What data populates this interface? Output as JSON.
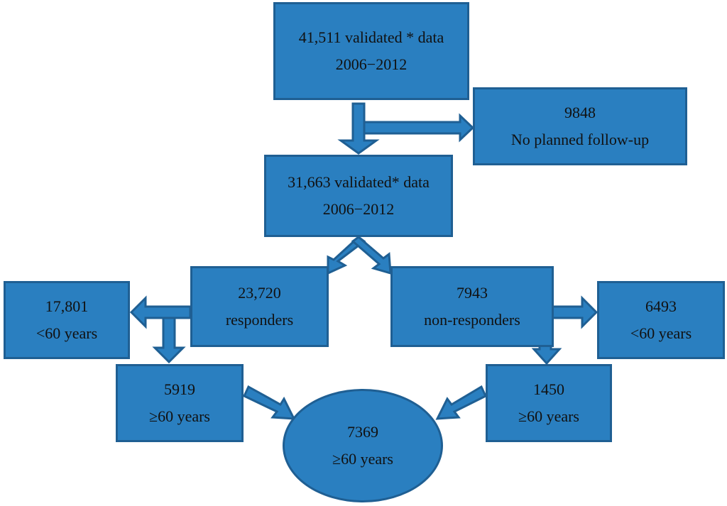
{
  "nodes": {
    "total": {
      "line1": "41,511 validated * data",
      "line2": "2006−2012"
    },
    "excluded": {
      "line1": "9848",
      "line2": "No planned follow-up"
    },
    "followup": {
      "line1": "31,663 validated* data",
      "line2": "2006−2012"
    },
    "responders": {
      "line1": "23,720",
      "line2": "responders"
    },
    "nonresponders": {
      "line1": "7943",
      "line2": "non-responders"
    },
    "resp_under60": {
      "line1": "17,801",
      "line2": "<60 years"
    },
    "resp_over60": {
      "line1": "5919",
      "line2": "≥60 years"
    },
    "nonresp_under60": {
      "line1": "6493",
      "line2": "<60 years"
    },
    "nonresp_over60": {
      "line1": "1450",
      "line2": "≥60 years"
    },
    "combined_over60": {
      "line1": "7369",
      "line2": "≥60 years"
    }
  },
  "colors": {
    "fill": "#2a7fc0",
    "border": "#1f5f93"
  }
}
